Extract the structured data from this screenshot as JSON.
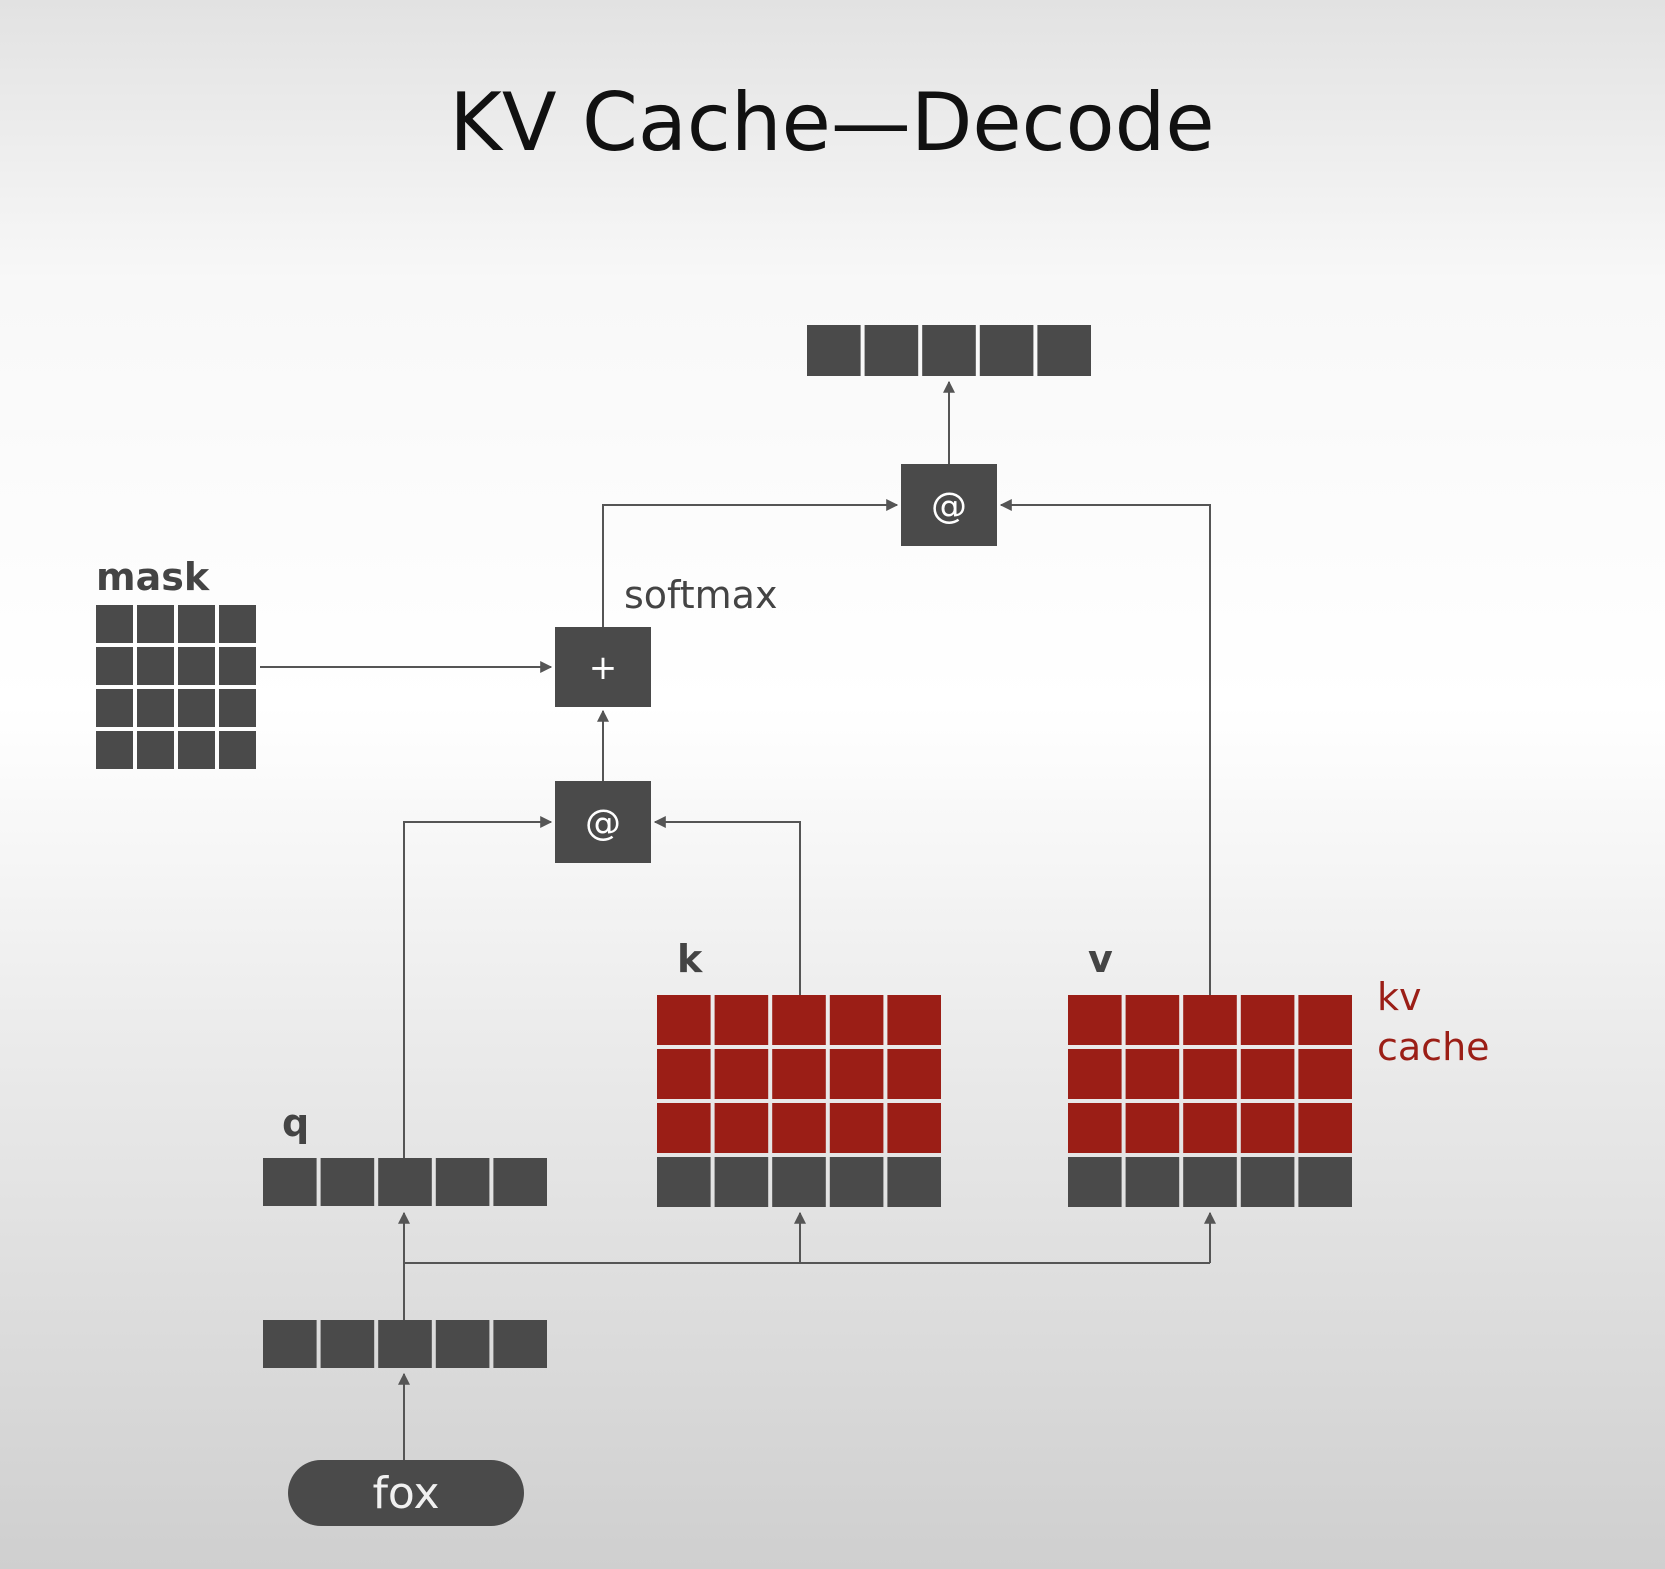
{
  "title": "KV Cache—Decode",
  "labels": {
    "mask": "mask",
    "softmax": "softmax",
    "k": "k",
    "v": "v",
    "q": "q",
    "kv_cache_line1": "kv",
    "kv_cache_line2": "cache"
  },
  "ops": {
    "matmul_top": "@",
    "add": "+",
    "matmul_qk": "@"
  },
  "input_token": "fox",
  "colors": {
    "cell_dark": "#4a4a4a",
    "cell_cached": "#9b1e16",
    "kv_cache_label": "#9b1e16",
    "arrow": "#555555",
    "label_dark": "#444444",
    "title": "#111111"
  }
}
